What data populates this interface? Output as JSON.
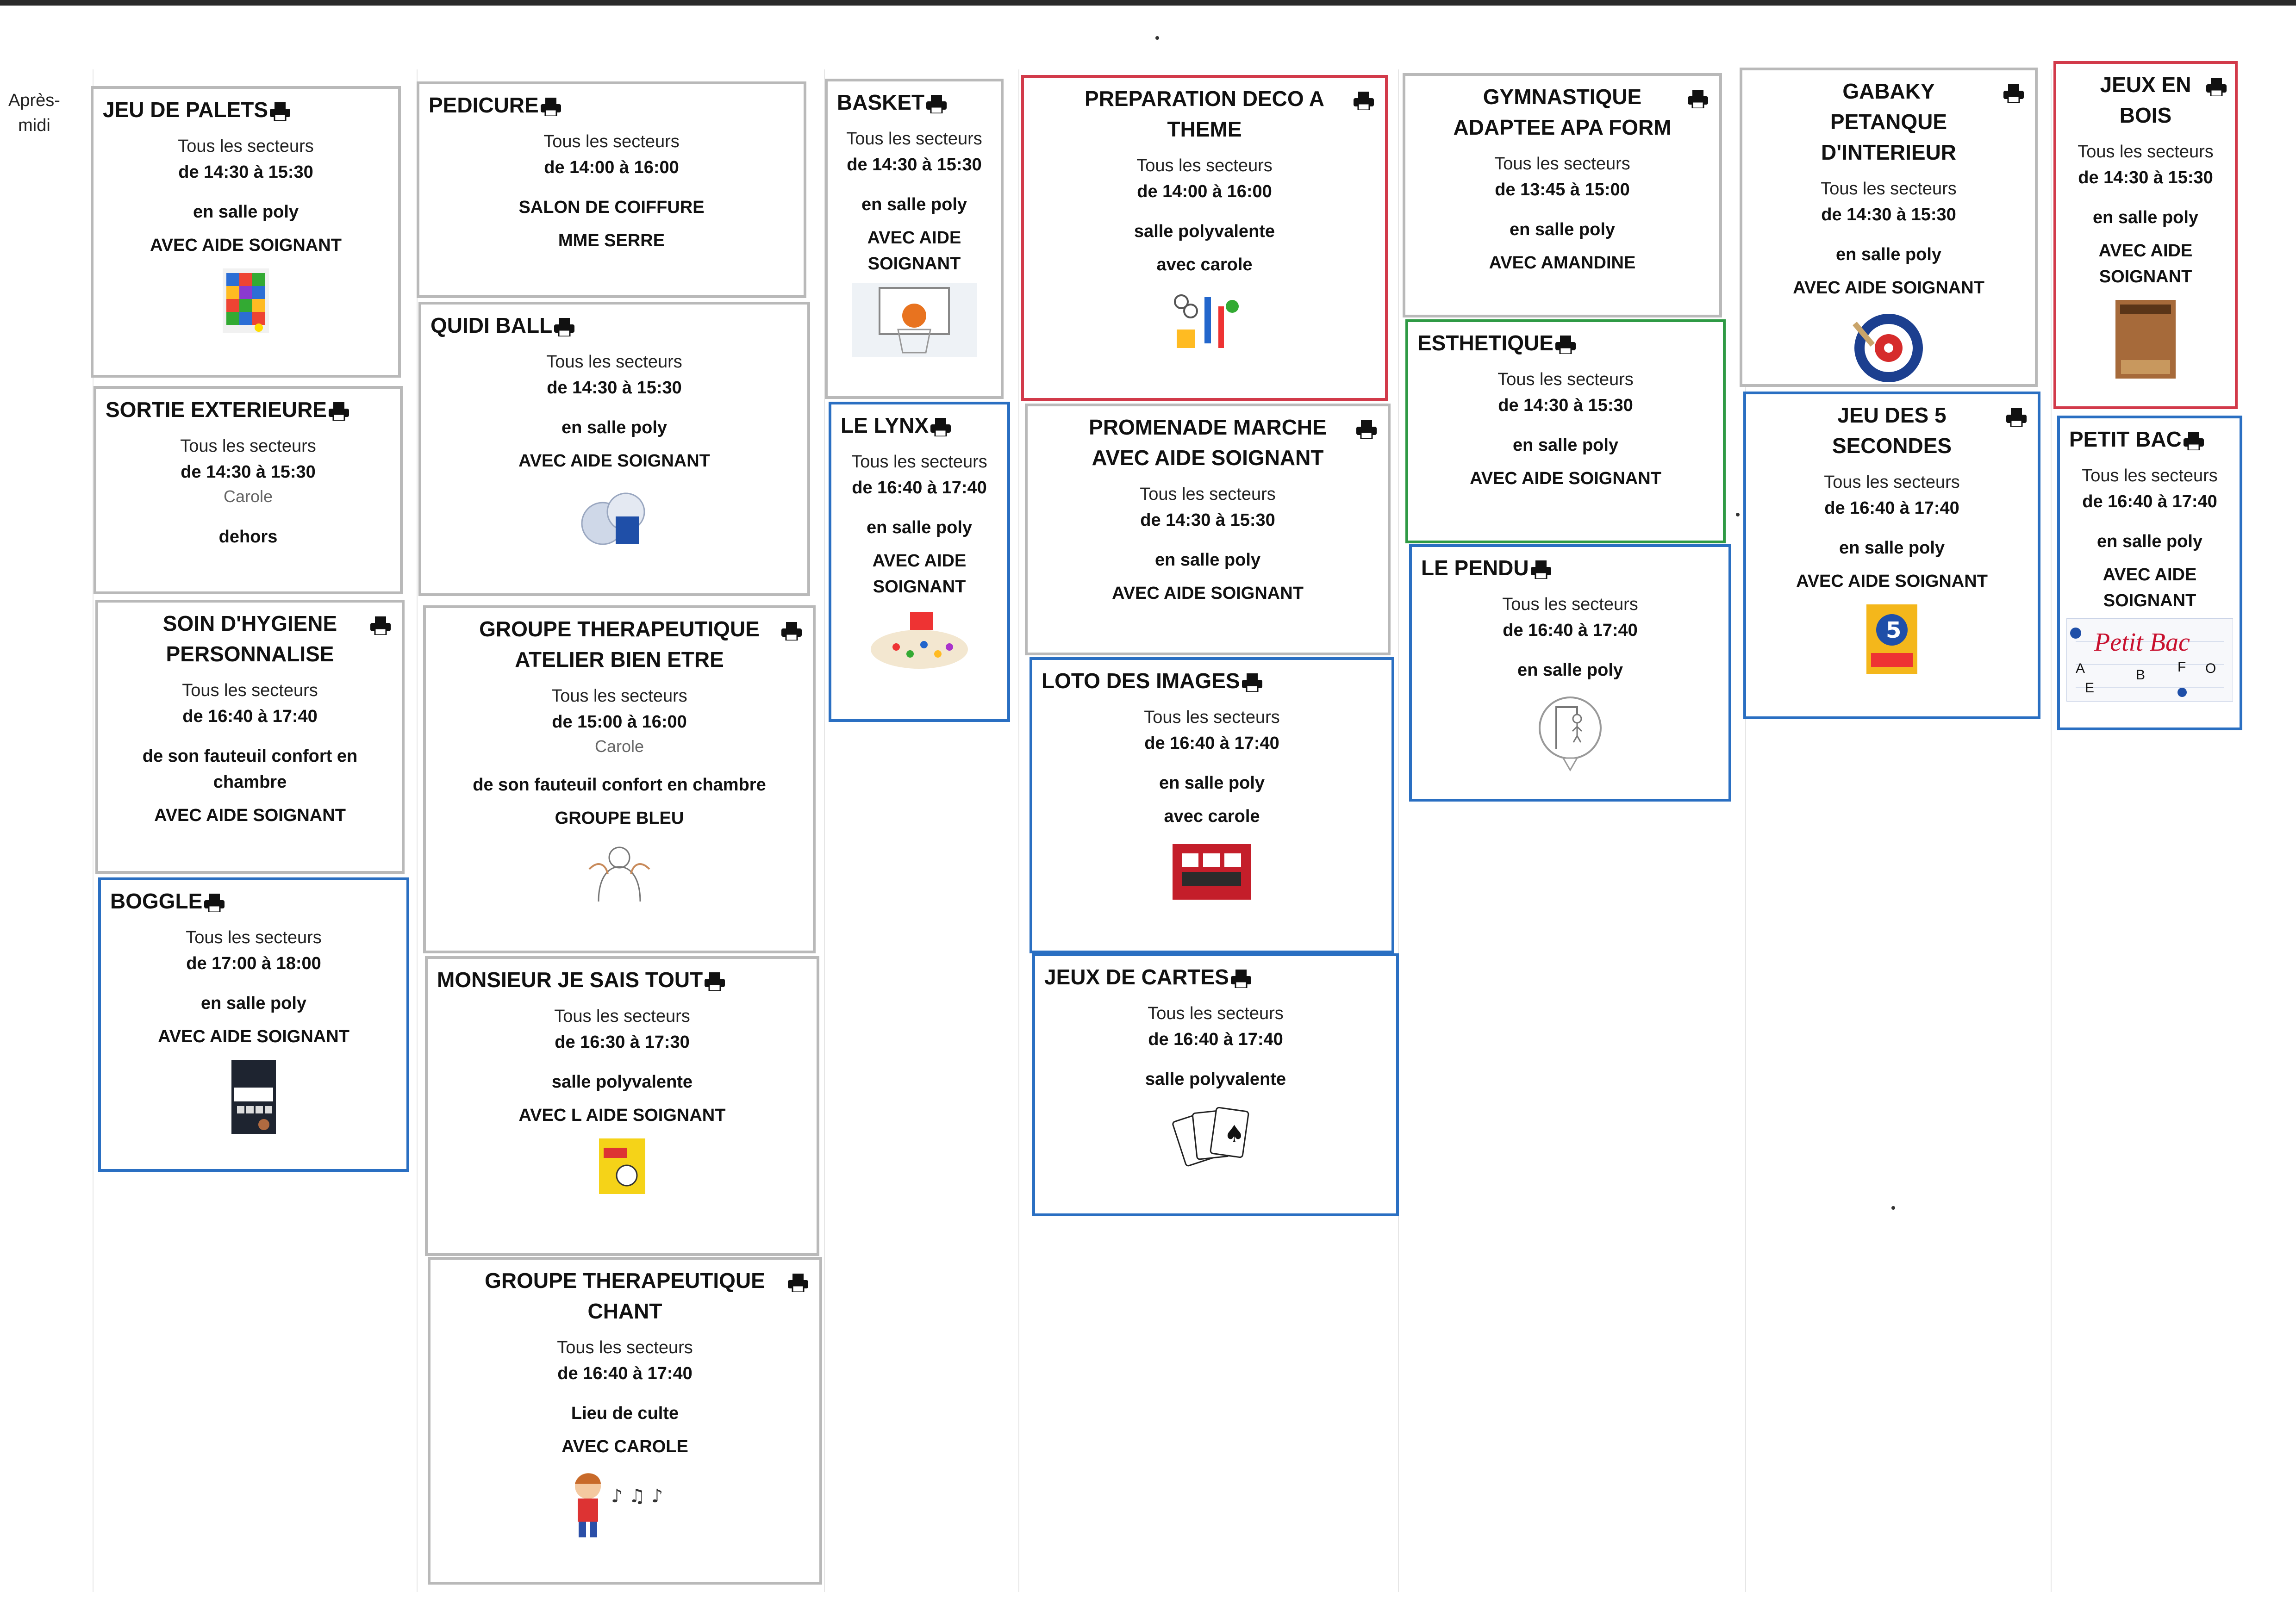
{
  "period_label": [
    "Après-",
    "midi"
  ],
  "cards": {
    "palets": {
      "title": "JEU DE PALETS",
      "sectors": "Tous les secteurs",
      "time": "de 14:30 à 15:30",
      "location": "en salle poly",
      "extra": "AVEC AIDE SOIGNANT",
      "icon": "numbered-palets-board-icon"
    },
    "sortie": {
      "title": "SORTIE EXTERIEURE",
      "sectors": "Tous les secteurs",
      "time": "de 14:30 à 15:30",
      "animator": "Carole",
      "location": "dehors"
    },
    "hygiene": {
      "title": "SOIN D'HYGIENE PERSONNALISE",
      "sectors": "Tous les secteurs",
      "time": "de 16:40 à 17:40",
      "location": "de son fauteuil confort en chambre",
      "extra": "AVEC AIDE SOIGNANT"
    },
    "boggle": {
      "title": "BOGGLE",
      "sectors": "Tous les secteurs",
      "time": "de 17:00 à 18:00",
      "location": "en salle poly",
      "extra": "AVEC AIDE SOIGNANT",
      "icon": "boggle-box-icon"
    },
    "pedicure": {
      "title": "PEDICURE",
      "sectors": "Tous les secteurs",
      "time": "de 14:00 à 16:00",
      "location": "SALON DE COIFFURE",
      "extra": "MME SERRE"
    },
    "quidi": {
      "title": "QUIDI BALL",
      "sectors": "Tous les secteurs",
      "time": "de 14:30 à 15:30",
      "location": "en salle poly",
      "extra": "AVEC AIDE SOIGNANT",
      "icon": "balls-icon"
    },
    "bienetre": {
      "title": "GROUPE THERAPEUTIQUE ATELIER BIEN ETRE",
      "sectors": "Tous les secteurs",
      "time": "de 15:00 à 16:00",
      "animator": "Carole",
      "location": "de son fauteuil confort en chambre",
      "extra": "GROUPE BLEU",
      "icon": "massage-icon"
    },
    "monsieur": {
      "title": "MONSIEUR JE SAIS TOUT",
      "sectors": "Tous les secteurs",
      "time": "de 16:30 à 17:30",
      "location": "salle polyvalente",
      "extra": "AVEC L AIDE SOIGNANT",
      "icon": "quiz-box-icon"
    },
    "chant": {
      "title": "GROUPE THERAPEUTIQUE CHANT",
      "sectors": "Tous les secteurs",
      "time": "de 16:40 à 17:40",
      "location": "Lieu de culte",
      "extra": "AVEC CAROLE",
      "icon": "singing-boy-icon"
    },
    "basket": {
      "title": "BASKET",
      "sectors": "Tous les secteurs",
      "time": "de 14:30 à 15:30",
      "location": "en salle poly",
      "extra": "AVEC AIDE SOIGNANT",
      "icon": "basketball-hoop-icon"
    },
    "lynx": {
      "title": "LE LYNX",
      "sectors": "Tous les secteurs",
      "time": "de 16:40 à 17:40",
      "location": "en salle poly",
      "extra": "AVEC AIDE SOIGNANT",
      "icon": "lynx-board-icon"
    },
    "deco": {
      "title": "PREPARATION DECO A THEME",
      "sectors": "Tous les secteurs",
      "time": "de 14:00 à 16:00",
      "location": "salle polyvalente",
      "extra": "avec carole",
      "icon": "craft-tools-icon"
    },
    "promenade": {
      "title": "PROMENADE MARCHE AVEC AIDE SOIGNANT",
      "sectors": "Tous les secteurs",
      "time": "de 14:30 à 15:30",
      "location": "en salle poly",
      "extra": "AVEC AIDE SOIGNANT"
    },
    "loto": {
      "title": "LOTO DES IMAGES",
      "sectors": "Tous les secteurs",
      "time": "de 16:40 à 17:40",
      "location": "en salle poly",
      "extra": "avec carole",
      "icon": "loto-box-icon"
    },
    "cartes": {
      "title": "JEUX DE CARTES",
      "sectors": "Tous les secteurs",
      "time": "de 16:40 à 17:40",
      "location": "salle polyvalente",
      "icon": "playing-cards-icon"
    },
    "gym": {
      "title": "GYMNASTIQUE ADAPTEE APA FORM",
      "sectors": "Tous les secteurs",
      "time": "de 13:45 à 15:00",
      "location": "en salle poly",
      "extra": "AVEC AMANDINE"
    },
    "esthetique": {
      "title": "ESTHETIQUE",
      "sectors": "Tous les secteurs",
      "time": "de 14:30 à 15:30",
      "location": "en salle poly",
      "extra": "AVEC AIDE SOIGNANT"
    },
    "pendu": {
      "title": "LE PENDU",
      "sectors": "Tous les secteurs",
      "time": "de 16:40 à 17:40",
      "location": "en salle poly",
      "icon": "hangman-icon"
    },
    "gabaky": {
      "title": "GABAKY PETANQUE D'INTERIEUR",
      "sectors": "Tous les secteurs",
      "time": "de 14:30 à 15:30",
      "location": "en salle poly",
      "extra": "AVEC AIDE SOIGNANT",
      "icon": "target-board-icon"
    },
    "cinq": {
      "title": "JEU DES 5 SECONDES",
      "sectors": "Tous les secteurs",
      "time": "de 16:40 à 17:40",
      "location": "en salle poly",
      "extra": "AVEC AIDE SOIGNANT",
      "icon": "five-seconds-box-icon"
    },
    "bois": {
      "title": "JEUX EN BOIS",
      "sectors": "Tous les secteurs",
      "time": "de 14:30 à 15:30",
      "location": "en salle poly",
      "extra": "AVEC AIDE SOIGNANT",
      "icon": "wooden-game-icon"
    },
    "petitbac": {
      "title": "PETIT BAC",
      "sectors": "Tous les secteurs",
      "time": "de 16:40 à 17:40",
      "location": "en salle poly",
      "extra": "AVEC AIDE SOIGNANT",
      "icon": "petit-bac-icon",
      "icon_text": "Petit Bac",
      "icon_letters": [
        "A",
        "B",
        "E",
        "F",
        "O"
      ]
    }
  },
  "colors": {
    "border_default": "#b9b9b9",
    "border_blue": "#2a6fc2",
    "border_red": "#d23a4a",
    "border_green": "#2f9a45"
  }
}
